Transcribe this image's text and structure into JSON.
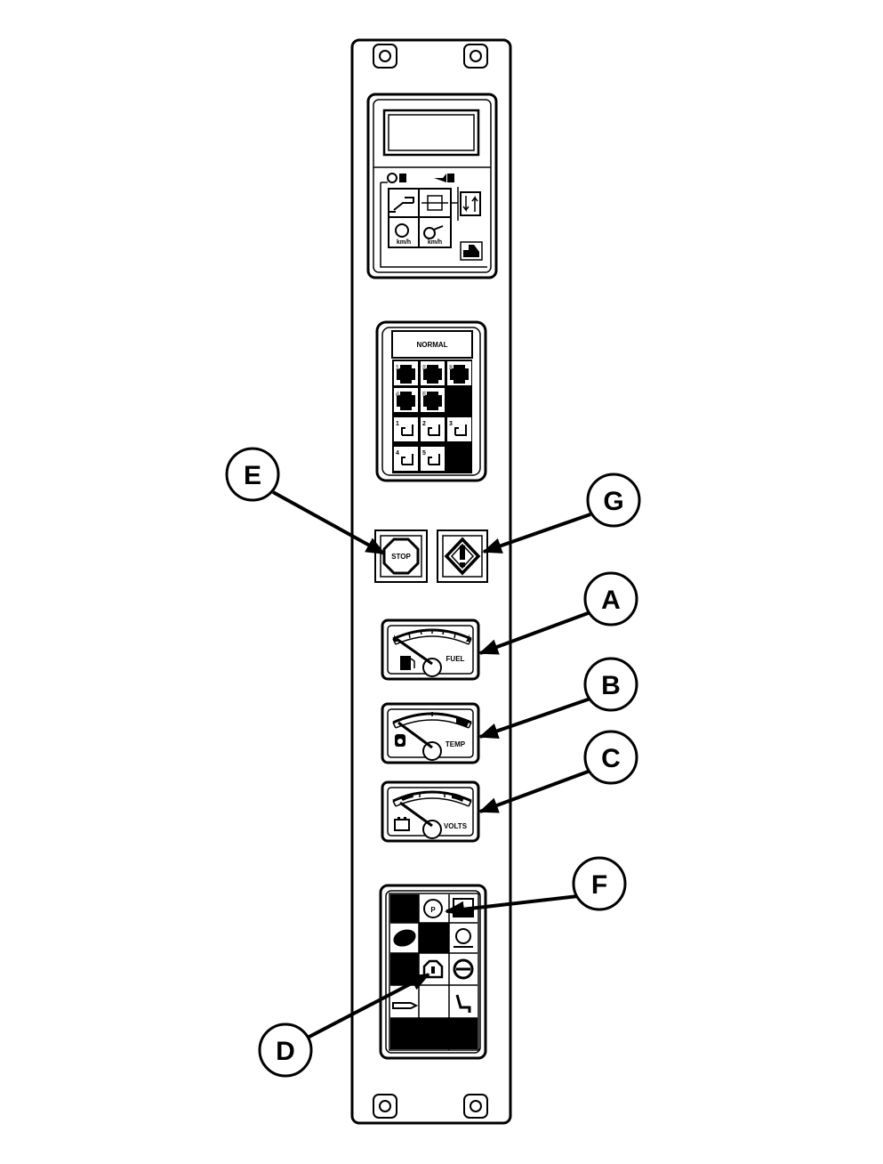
{
  "panel": {
    "mode_display": {
      "label": "NORMAL"
    },
    "stop_button": {
      "label": "STOP"
    },
    "gauges": {
      "fuel": {
        "label": "FUEL"
      },
      "temp": {
        "label": "TEMP"
      },
      "volts": {
        "label": "VOLTS"
      }
    },
    "keypad_numbers": [
      "1",
      "2",
      "3",
      "4",
      "5",
      "1",
      "2",
      "3",
      "4",
      "5"
    ],
    "kmh_labels": [
      "km/h",
      "km/h"
    ]
  },
  "callouts": {
    "A": "A",
    "B": "B",
    "C": "C",
    "D": "D",
    "E": "E",
    "F": "F",
    "G": "G"
  },
  "icons": [
    "mounting-hole-icon",
    "lcd-display-icon",
    "engine-speed-icon",
    "hydraulic-icon",
    "up-down-arrow-icon",
    "stop-icon",
    "warning-diamond-icon",
    "fuel-pump-icon",
    "thermometer-icon",
    "battery-icon",
    "park-brake-icon",
    "engine-icon"
  ]
}
